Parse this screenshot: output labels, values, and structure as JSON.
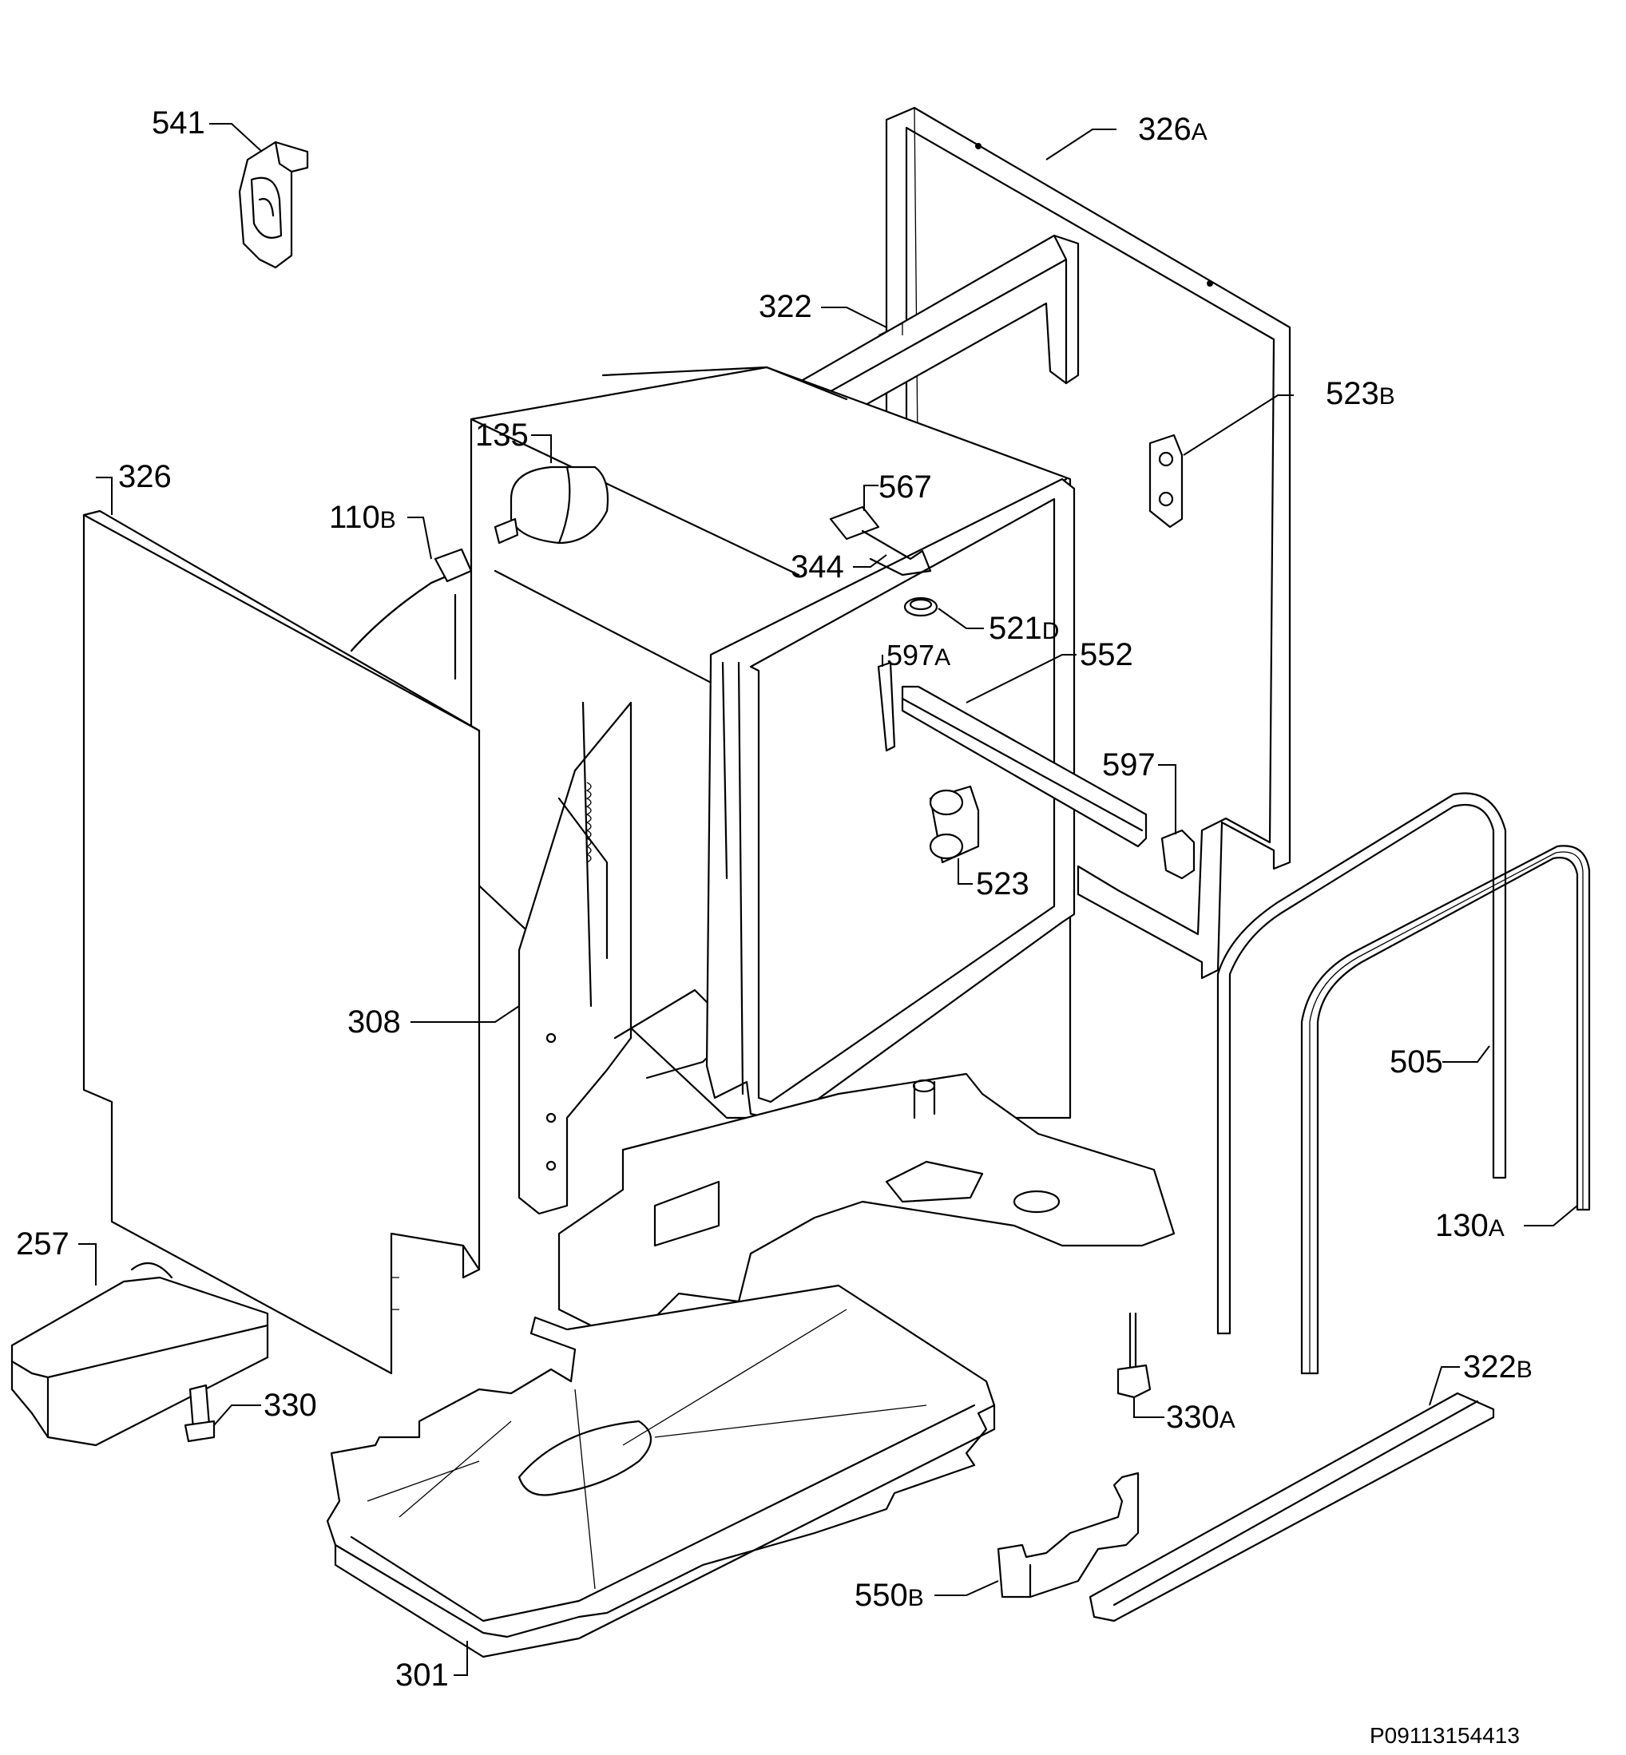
{
  "diagram": {
    "callouts": [
      {
        "id": "541",
        "num": "541",
        "suffix": ""
      },
      {
        "id": "326A",
        "num": "326",
        "suffix": "A"
      },
      {
        "id": "322",
        "num": "322",
        "suffix": ""
      },
      {
        "id": "523B",
        "num": "523",
        "suffix": "B"
      },
      {
        "id": "135",
        "num": "135",
        "suffix": ""
      },
      {
        "id": "567",
        "num": "567",
        "suffix": ""
      },
      {
        "id": "326",
        "num": "326",
        "suffix": ""
      },
      {
        "id": "110B",
        "num": "110",
        "suffix": "B"
      },
      {
        "id": "344",
        "num": "344",
        "suffix": ""
      },
      {
        "id": "521D",
        "num": "521",
        "suffix": "D"
      },
      {
        "id": "597A",
        "num": "597",
        "suffix": "A"
      },
      {
        "id": "552",
        "num": "552",
        "suffix": ""
      },
      {
        "id": "597",
        "num": "597",
        "suffix": ""
      },
      {
        "id": "523",
        "num": "523",
        "suffix": ""
      },
      {
        "id": "308",
        "num": "308",
        "suffix": ""
      },
      {
        "id": "505",
        "num": "505",
        "suffix": ""
      },
      {
        "id": "130A",
        "num": "130",
        "suffix": "A"
      },
      {
        "id": "257",
        "num": "257",
        "suffix": ""
      },
      {
        "id": "330",
        "num": "330",
        "suffix": ""
      },
      {
        "id": "330A",
        "num": "330",
        "suffix": "A"
      },
      {
        "id": "322B",
        "num": "322",
        "suffix": "B"
      },
      {
        "id": "550B",
        "num": "550",
        "suffix": "B"
      },
      {
        "id": "301",
        "num": "301",
        "suffix": ""
      }
    ],
    "reference": "P09113154413"
  }
}
